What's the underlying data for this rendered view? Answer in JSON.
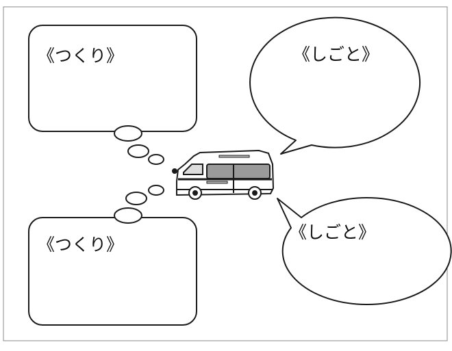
{
  "boxes": {
    "top_left": {
      "label": "《つくり》"
    },
    "bottom_left": {
      "label": "《つくり》"
    },
    "top_right": {
      "label": "《しごと》"
    },
    "bottom_right": {
      "label": "《しごと》"
    }
  },
  "colors": {
    "stroke": "#1a1a1a",
    "window": "#9a9a9a",
    "border": "#888888"
  }
}
